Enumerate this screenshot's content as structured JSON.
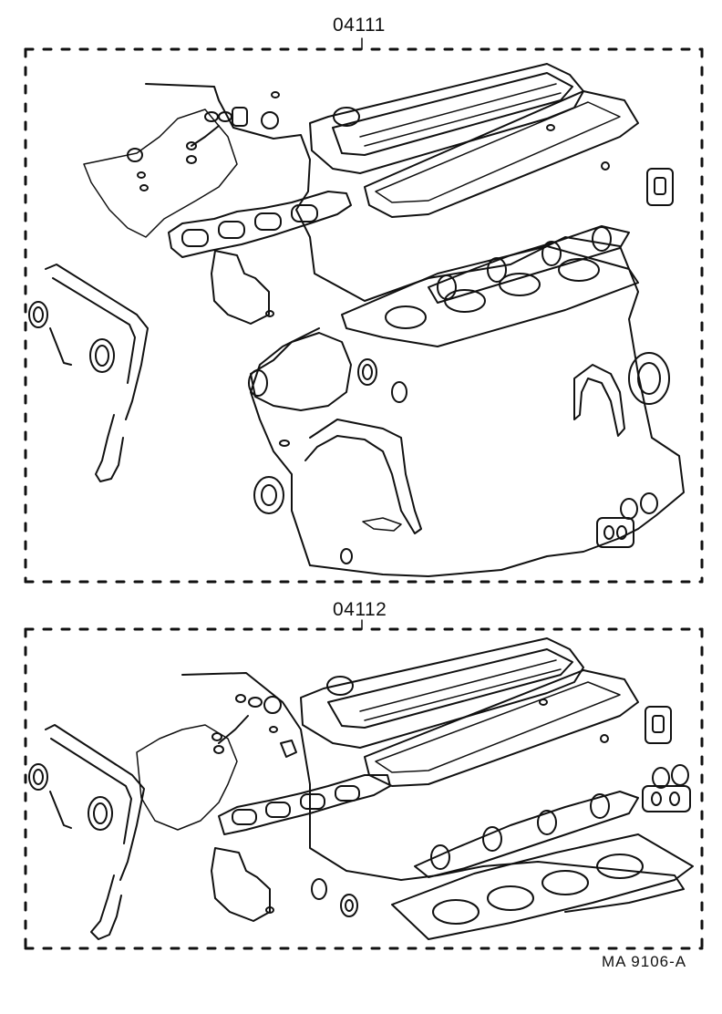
{
  "panels": [
    {
      "part_number": "04111"
    },
    {
      "part_number": "04112"
    }
  ],
  "footer": {
    "reference": "MA  9106-A"
  },
  "colors": {
    "line": "#111111",
    "background": "#ffffff"
  }
}
